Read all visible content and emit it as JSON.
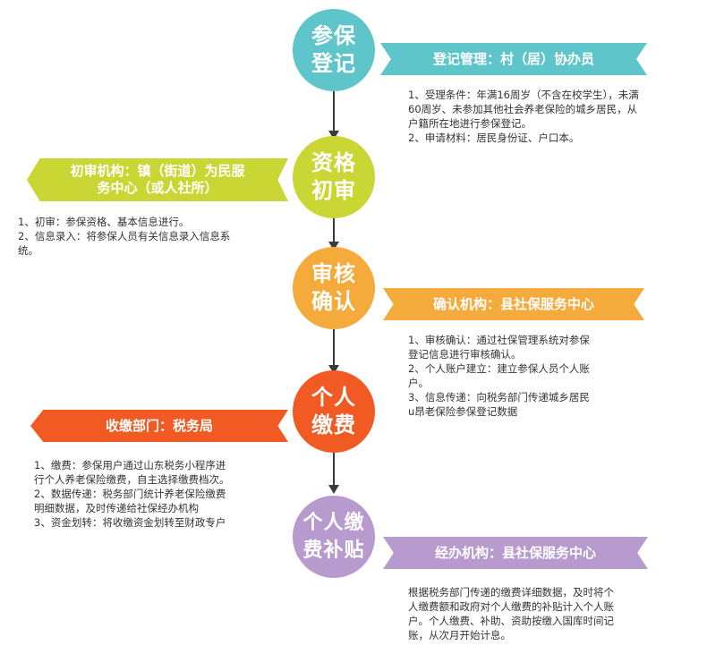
{
  "steps": [
    {
      "circle": "参保\n登记",
      "banner": "登记管理：村（居）协办员",
      "notes": "1、受理条件：年满16周岁（不含在校学生），未满\n60周岁、未参加其他社会养老保险的城乡居民，从\n户籍所在地进行参保登记。\n2、申请材料：居民身份证、户口本。",
      "color": "#5ec6cb"
    },
    {
      "circle": "资格\n初审",
      "banner": "初审机构：镇（街道）为民服\n务中心（或人社所）",
      "notes": "1、初审：参保资格、基本信息进行。\n2、信息录入：将参保人员有关信息录入信息系\n统。",
      "color": "#c9d634"
    },
    {
      "circle": "审核\n确认",
      "banner": "确认机构：县社保服务中心",
      "notes": "1、审核确认：通过社保管理系统对参保\n登记信息进行审核确认。\n2、个人账户建立：建立参保人员个人账\n户。\n3、信息传递：向税务部门传递城乡居民\nu昂老保险参保登记数据",
      "color": "#f5aa3c"
    },
    {
      "circle": "个人\n缴费",
      "banner": "收缴部门：税务局",
      "notes": "1、缴费：参保用户通过山东税务小程序进\n行个人养老保险缴费，自主选择缴费档次。\n2、数据传递：税务部门统计养老保险缴费\n明细数据，及时传递给社保经办机构\n3、资金划转：将收缴资金划转至财政专户",
      "color": "#f15a22"
    },
    {
      "circle": "个人缴\n费补贴",
      "banner": "经办机构：县社保服务中心",
      "notes": "根据税务部门传递的缴费详细数据，及时将个\n人缴费额和政府对个人缴费的补贴计入个人账\n户。个人缴费、补助、资助按缴入国库时间记\n账，从次月开始计息。",
      "color": "#b79bcf"
    }
  ]
}
